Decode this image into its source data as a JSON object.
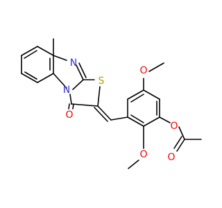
{
  "atoms": {
    "n1": "N",
    "n2": "N",
    "s1": "S",
    "o_carbonyl": "O",
    "o_methoxy_top": "O",
    "o_ester": "O",
    "o_acetyl": "O",
    "o_methoxy_bottom": "O"
  },
  "colors": {
    "nitrogen": "#3333cc",
    "sulfur": "#b2a000",
    "oxygen": "#ff0000",
    "bond": "#000000"
  }
}
